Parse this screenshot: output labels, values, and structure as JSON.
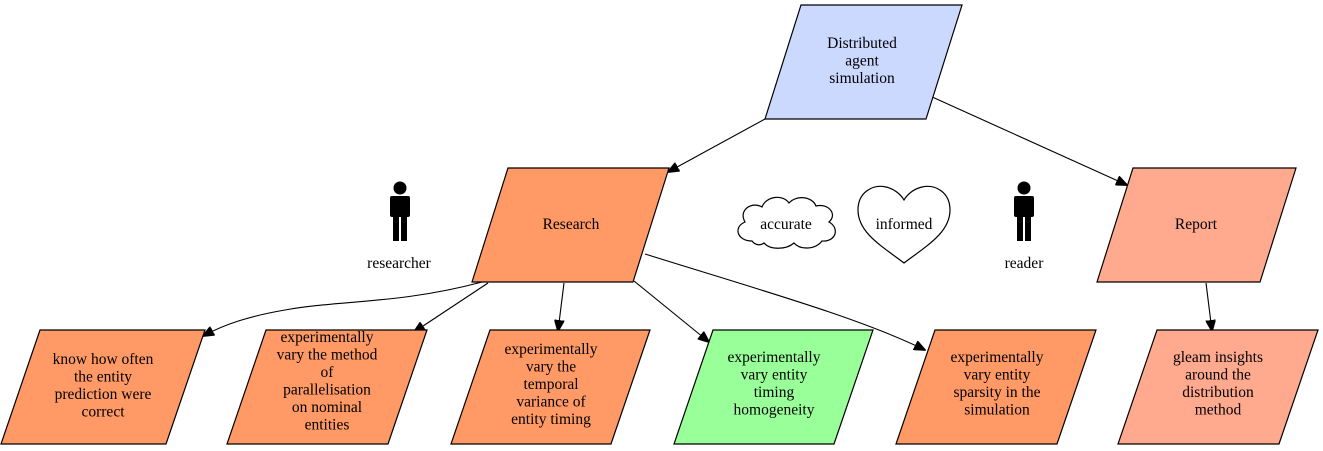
{
  "colors": {
    "goal": "#ccd9ff",
    "research": "#ff9966",
    "report": "#ffaa8f",
    "green": "#99ff99",
    "edge": "#000000"
  },
  "nodes": {
    "goal": {
      "lines": [
        "Distributed",
        "agent",
        "simulation"
      ]
    },
    "research": {
      "lines": [
        "Research"
      ]
    },
    "report": {
      "lines": [
        "Report"
      ]
    },
    "sub1": {
      "lines": [
        "know how often",
        "the entity",
        "prediction were",
        "correct"
      ]
    },
    "sub2": {
      "lines": [
        "experimentally",
        "vary the method",
        "of",
        "parallelisation",
        "on nominal",
        "entities"
      ]
    },
    "sub3": {
      "lines": [
        "experimentally",
        "vary the",
        "temporal",
        "variance of",
        "entity timing"
      ]
    },
    "sub4": {
      "lines": [
        "experimentally",
        "vary entity",
        "timing",
        "homogeneity"
      ]
    },
    "sub5": {
      "lines": [
        "experimentally",
        "vary entity",
        "sparsity in the",
        "simulation"
      ]
    },
    "sub6": {
      "lines": [
        "gleam insights",
        "around the",
        "distribution",
        "method"
      ]
    }
  },
  "actors": {
    "researcher": {
      "label": "researcher",
      "icon": "person-icon"
    },
    "reader": {
      "label": "reader",
      "icon": "person-icon"
    }
  },
  "qualities": {
    "accurate": {
      "label": "accurate",
      "icon": "cloud-icon"
    },
    "informed": {
      "label": "informed",
      "icon": "heart-icon"
    }
  }
}
